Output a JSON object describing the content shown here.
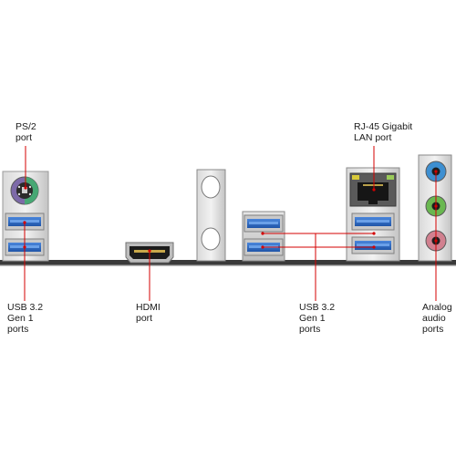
{
  "labels": {
    "ps2": "PS/2\nport",
    "rj45": "RJ-45 Gigabit\nLAN port",
    "usb_left": "USB 3.2\nGen 1\nports",
    "hdmi": "HDMI\nport",
    "usb_right": "USB 3.2\nGen 1\nports",
    "audio": "Analog\naudio\nports"
  },
  "colors": {
    "callout_line": "#d40000",
    "usb_blue": "#2f6fc9",
    "ps2_green": "#3fa56a",
    "ps2_purple": "#8b6bb8",
    "audio_blue": "#3d8fd1",
    "audio_green": "#69b850",
    "audio_pink": "#d1808f",
    "board": "#3a3a3a"
  },
  "icons": [
    "ps2-connector-icon",
    "usb-port-icon",
    "hdmi-port-icon",
    "rj45-port-icon",
    "audio-jack-icon"
  ]
}
